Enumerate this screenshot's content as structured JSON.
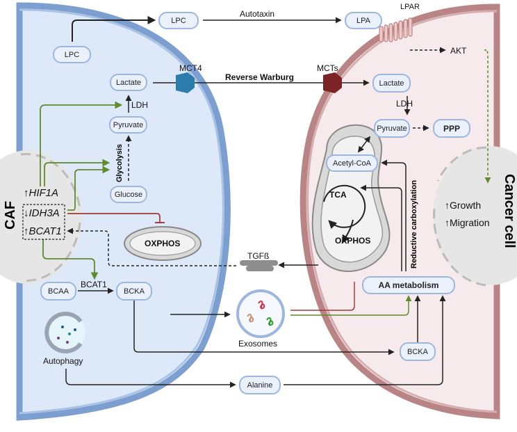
{
  "cells": {
    "caf_label": "CAF",
    "cancer_label": "Cancer cell"
  },
  "molecules": {
    "lpc_caf": "LPC",
    "lpc_mid": "LPC",
    "lpa": "LPA",
    "lactate_caf": "Lactate",
    "pyruvate_caf": "Pyruvate",
    "glucose": "Glucose",
    "lactate_cancer": "Lactate",
    "pyruvate_cancer": "Pyruvate",
    "ppp": "PPP",
    "acetyl_coa": "Acetyl-CoA",
    "bcaa": "BCAA",
    "bcka_caf": "BCKA",
    "bcka_cancer": "BCKA",
    "alanine": "Alanine",
    "aa_metabolism": "AA metabolism"
  },
  "labels": {
    "autotaxin": "Autotaxin",
    "lpar": "LPAR",
    "akt": "AKT",
    "mct4": "MCT4",
    "mcts": "MCTs",
    "reverse_warburg": "Reverse Warburg",
    "ldh_caf": "LDH",
    "ldh_cancer": "LDH",
    "glycolysis": "Glycolysis",
    "hif1a": "HIF1A",
    "idh3a": "IDH3A",
    "bcat1_gene": "BCAT1",
    "oxphos_caf": "OXPHOS",
    "tca": "TCA",
    "oxphos_cancer": "OXPHOS",
    "reductive_carboxylation": "Reductive carboxylation",
    "growth": "Growth",
    "migration": "Migration",
    "tgfb": "TGFß",
    "bcat1_enzyme": "BCAT1",
    "exosomes": "Exosomes",
    "autophagy": "Autophagy"
  },
  "arrows": {
    "up": "↑",
    "down": "↓"
  },
  "colors": {
    "caf_fill": "#dde9f9",
    "caf_membrane": "#7d9fd0",
    "cancer_fill": "#f6eaec",
    "cancer_membrane": "#b98486",
    "green_arrow": "#5f8a2e",
    "red_inhibit": "#a33a3a",
    "mct4": "#2b7bab",
    "mcts": "#7c2326"
  }
}
